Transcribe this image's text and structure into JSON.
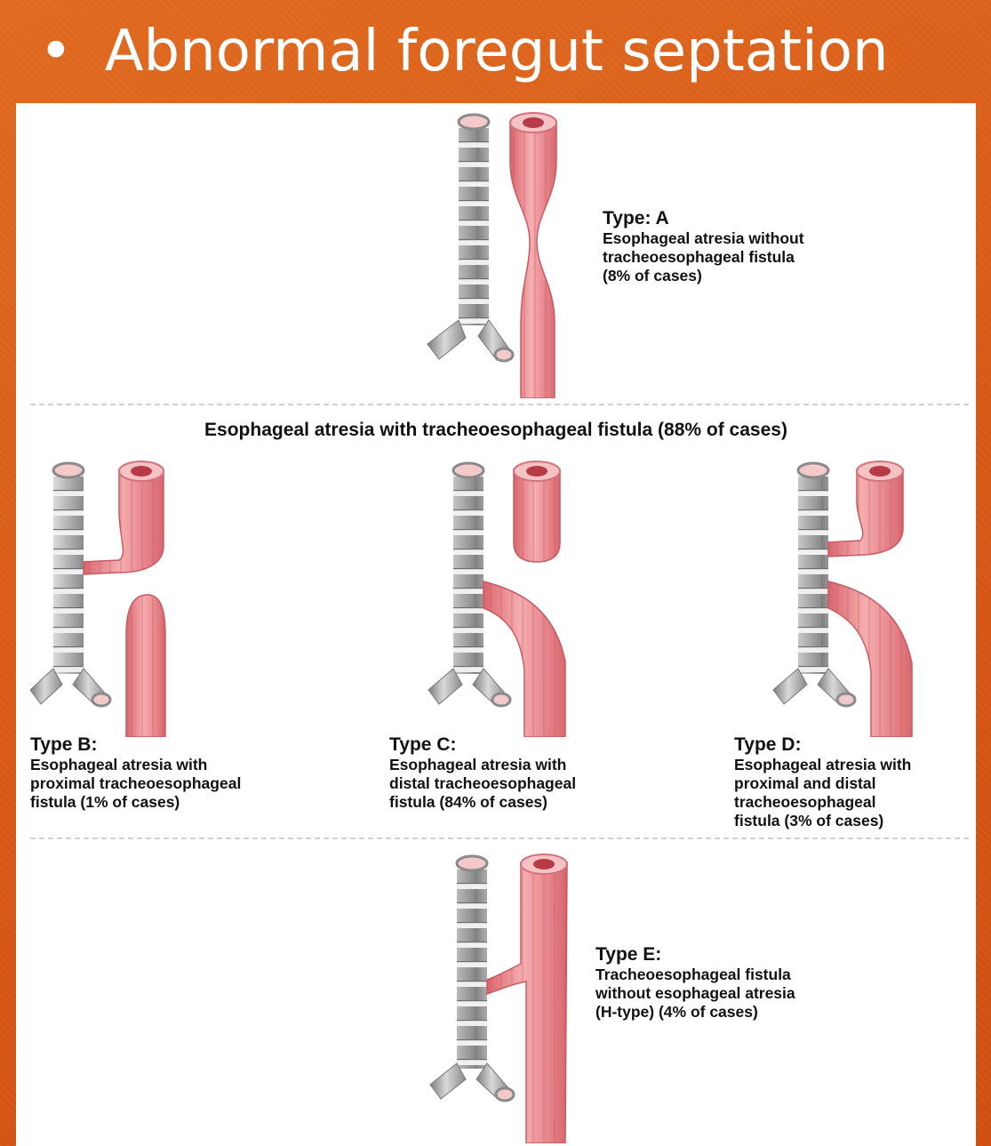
{
  "slide": {
    "title": "Abnormal foregut septation",
    "bullet": "•"
  },
  "panel": {
    "section_heading": "Esophageal atresia with tracheoesophageal fistula (88% of cases)",
    "types": {
      "A": {
        "title": "Type: A",
        "lines": [
          "Esophageal atresia without",
          "tracheoesophageal fistula",
          "(8% of cases)"
        ]
      },
      "B": {
        "title": "Type B:",
        "lines": [
          "Esophageal atresia with",
          "proximal tracheoesophageal",
          "fistula (1% of cases)"
        ]
      },
      "C": {
        "title": "Type C:",
        "lines": [
          "Esophageal atresia with",
          "distal tracheoesophageal",
          "fistula (84% of cases)"
        ]
      },
      "D": {
        "title": "Type D:",
        "lines": [
          "Esophageal atresia with",
          "proximal and distal",
          "tracheoesophageal",
          "fistula (3% of cases)"
        ]
      },
      "E": {
        "title": "Type E:",
        "lines": [
          "Tracheoesophageal fistula",
          "without esophageal atresia",
          "(H-type) (4% of cases)"
        ]
      }
    }
  },
  "colors": {
    "background": "#d85a17",
    "trachea": "#a9a9a9",
    "esophagus": "#e9848a",
    "esophagus_inner": "#b83a44"
  }
}
